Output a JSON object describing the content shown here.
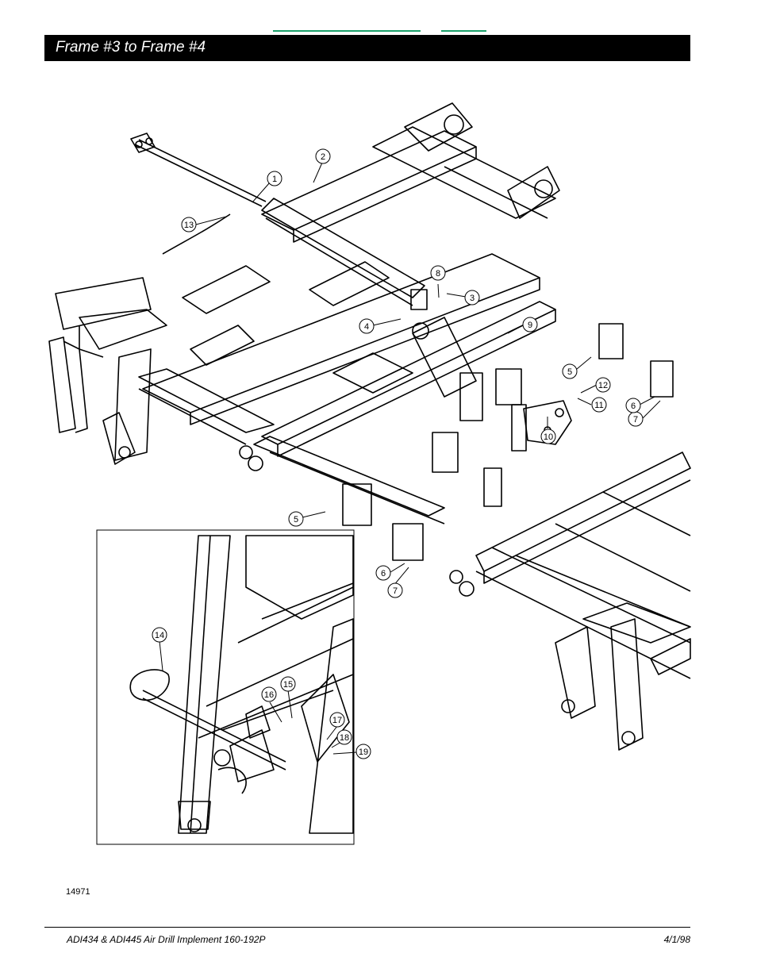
{
  "header": {
    "title": "Frame #3 to Frame #4"
  },
  "top_links": [
    {
      "label": ""
    },
    {
      "label": ""
    }
  ],
  "callouts": [
    "1",
    "2",
    "3",
    "4",
    "5",
    "6",
    "7",
    "8",
    "9",
    "10",
    "11",
    "12",
    "13",
    "14",
    "15",
    "16",
    "17",
    "18",
    "19"
  ],
  "figure_number": "14971",
  "footer": {
    "left": "ADI434 & ADI445 Air Drill Implement   160-192P",
    "right": "4/1/98"
  },
  "colors": {
    "title_bar": "#000000",
    "title_text": "#ffffff",
    "link_rule": "#1aa06a"
  }
}
